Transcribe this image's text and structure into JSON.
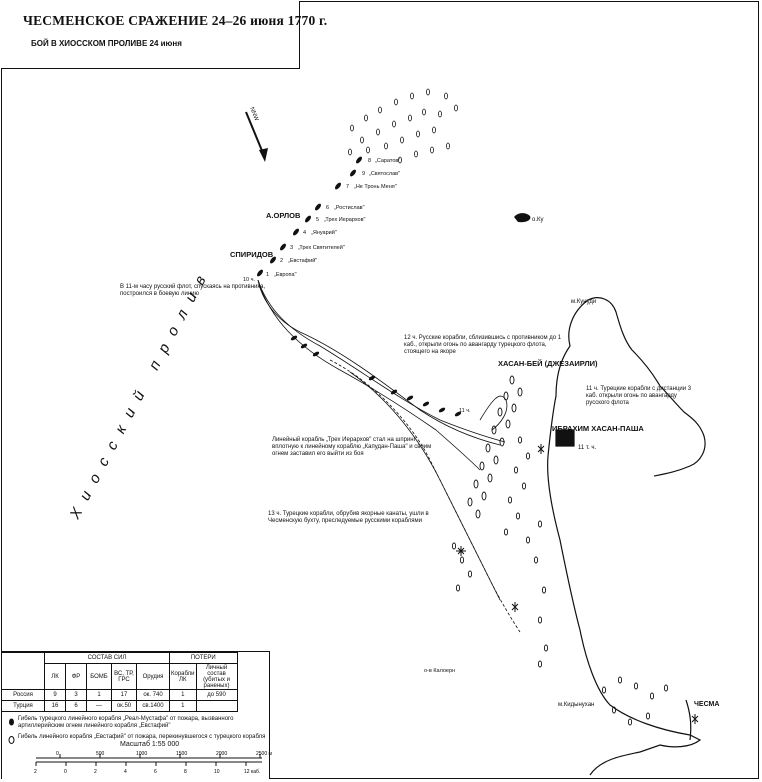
{
  "title": "ЧЕСМЕНСКОЕ СРАЖЕНИЕ 24–26 июня 1770 г.",
  "subtitle": "БОЙ В ХИОССКОМ ПРОЛИВЕ 24 июня",
  "map": {
    "strait_label": "Хиосский пролив",
    "north_arrow": "NNW",
    "commanders": [
      "А.ОРЛОВ",
      "СПИРИДОВ",
      "ХАСАН-БЕЙ (ДЖЕЗАИРЛИ)",
      "ИБРАХИМ ХАСАН-ПАША"
    ],
    "places": [
      "о.Ку",
      "м.Кунуди",
      "ЧЕСМА",
      "м.Кидынухан",
      "о-в Калоерн"
    ],
    "ships": [
      {
        "num": "8",
        "name": "„Саратов\""
      },
      {
        "num": "9",
        "name": "„Святослав\""
      },
      {
        "num": "7",
        "name": "„Не Тронь Меня\""
      },
      {
        "num": "6",
        "name": "„Ростислав\""
      },
      {
        "num": "5",
        "name": "„Трех Иерархов\""
      },
      {
        "num": "4",
        "name": "„Януарий\""
      },
      {
        "num": "3",
        "name": "„Трех Святителей\""
      },
      {
        "num": "2",
        "name": "„Евстафий\""
      },
      {
        "num": "1",
        "name": "„Европа\""
      }
    ],
    "times": [
      "10 ч.",
      "11 ч.",
      "12 ч.",
      "13 ч.",
      "11 т. ч.",
      "11 ч."
    ],
    "notes": {
      "n11": "В 11-м часу русский флот, спускаясь на противника, построился в боевую линию",
      "n12": "12 ч. Русские корабли, сблизившись с противником до 1 каб., открыли огонь по авангарду турецкого флота, стоящего на якоре",
      "n11b": "11 ч. Турецкие корабли с дистанции 3 каб. открыли огонь по авангарду русского флота",
      "nLine": "Линейный корабль „Трех Иерархов\" стал на шпринг вплотную к линейному кораблю „Капудан-Паша\" и своим огнем заставил его выйти из боя",
      "n13": "13 ч. Турецкие корабли, обрубив якорные канаты, ушли в Чесменскую бухту, преследуемые русскими кораблями"
    }
  },
  "legend": {
    "header": "СОСТАВ СИЛ",
    "losses_header": "ПОТЕРИ",
    "cols": [
      "ЛК",
      "ФР",
      "БОМБ",
      "ВС, ТР, ГРС",
      "Орудия"
    ],
    "loss_cols": [
      "Корабли ЛК",
      "Личный состав (убитых и раненых)"
    ],
    "rows": [
      {
        "side": "Россия",
        "lk": "9",
        "fr": "3",
        "bomb": "1",
        "vs": "17",
        "guns": "ок. 740",
        "loss_lk": "1",
        "loss_men": "до 590"
      },
      {
        "side": "Турция",
        "lk": "16",
        "fr": "6",
        "bomb": "—",
        "vs": "ок.50",
        "guns": "св.1400",
        "loss_lk": "1",
        "loss_men": ""
      }
    ],
    "note1": "Гибель турецкого линейного корабля „Реал-Мустафа\" от пожара, вызванного артиллерийским огнем линейного корабля „Евстафий\"",
    "note2": "Гибель линейного корабля „Евстафий\" от пожара, перекинувшегося с турецкого корабля",
    "scale": "Масштаб 1:55 000",
    "scale_ticks_m": [
      "0",
      "500",
      "1000",
      "1500",
      "2000",
      "2500 м"
    ],
    "scale_ticks_kab": [
      "2",
      "0",
      "2",
      "4",
      "6",
      "8",
      "10",
      "12 каб."
    ],
    "colors": {
      "ink": "#111111",
      "paper": "#ffffff"
    }
  }
}
